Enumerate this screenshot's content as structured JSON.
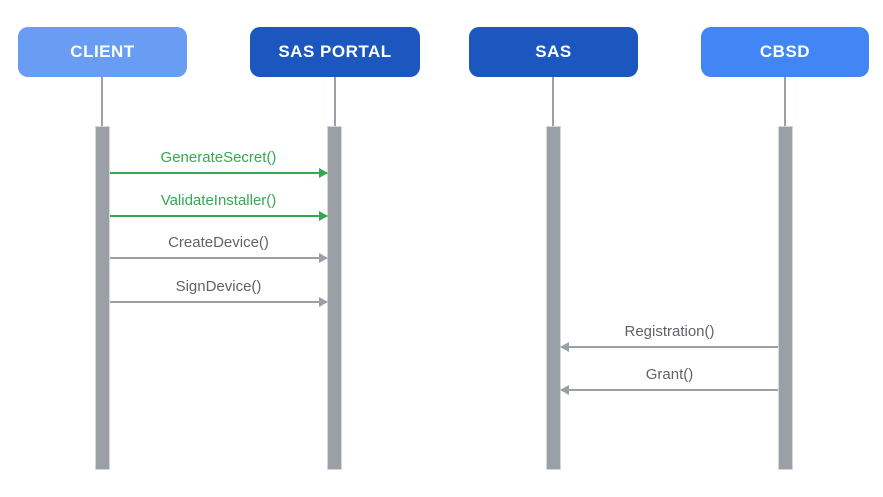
{
  "diagram": {
    "type": "sequence",
    "background": "#FFFFFF",
    "actors": [
      {
        "label": "CLIENT",
        "fill": "#699CF3",
        "text_color": "#FFFFFF"
      },
      {
        "label": "SAS PORTAL",
        "fill": "#1C57C0",
        "text_color": "#FFFFFF"
      },
      {
        "label": "SAS",
        "fill": "#1C57C0",
        "text_color": "#FFFFFF"
      },
      {
        "label": "CBSD",
        "fill": "#4285F4",
        "text_color": "#FFFFFF"
      }
    ],
    "messages": [
      {
        "label": "GenerateSecret()",
        "from": "CLIENT",
        "to": "SAS PORTAL",
        "direction": "right",
        "text_color": "#34A853",
        "line_color": "#34A853"
      },
      {
        "label": "ValidateInstaller()",
        "from": "CLIENT",
        "to": "SAS PORTAL",
        "direction": "right",
        "text_color": "#34A853",
        "line_color": "#34A853"
      },
      {
        "label": "CreateDevice()",
        "from": "CLIENT",
        "to": "SAS PORTAL",
        "direction": "right",
        "text_color": "#5F6368",
        "line_color": "#9AA0A6"
      },
      {
        "label": "SignDevice()",
        "from": "CLIENT",
        "to": "SAS PORTAL",
        "direction": "right",
        "text_color": "#5F6368",
        "line_color": "#9AA0A6"
      },
      {
        "label": "Registration()",
        "from": "CBSD",
        "to": "SAS",
        "direction": "left",
        "text_color": "#5F6368",
        "line_color": "#9AA0A6"
      },
      {
        "label": "Grant()",
        "from": "CBSD",
        "to": "SAS",
        "direction": "left",
        "text_color": "#5F6368",
        "line_color": "#9AA0A6"
      }
    ],
    "colors": {
      "lifeline": "#9AA0A6",
      "activation_bar": "#9AA0A6"
    }
  }
}
